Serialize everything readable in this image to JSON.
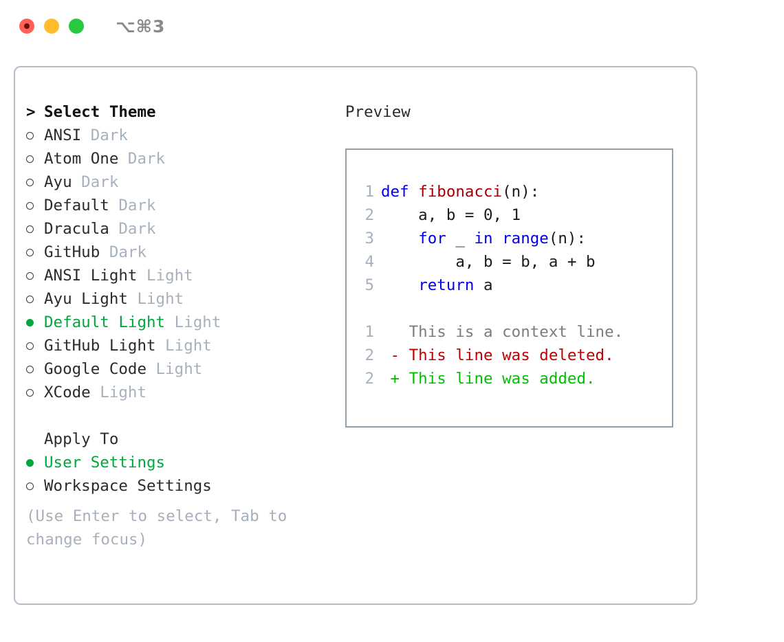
{
  "titlebar": {
    "shortcut": "⌥⌘3",
    "lights": [
      {
        "name": "close-button",
        "color": "#ff6159"
      },
      {
        "name": "minimize-button",
        "color": "#ffbd2e"
      },
      {
        "name": "maximize-button",
        "color": "#28c840"
      }
    ]
  },
  "colors": {
    "accent_green": "#00a83c",
    "muted": "#a7b1bd",
    "panel_border": "#b4bcc6",
    "preview_border": "#93a1ad",
    "keyword_blue": "#0000ee",
    "function_red": "#a40000",
    "diff_added": "#00c000",
    "diff_deleted": "#c00000",
    "diff_context": "#7d7d7d"
  },
  "theme_section": {
    "heading_marker": ">",
    "heading": "Select Theme",
    "items": [
      {
        "name": "ANSI",
        "suffix": "Dark",
        "selected": false
      },
      {
        "name": "Atom One",
        "suffix": "Dark",
        "selected": false
      },
      {
        "name": "Ayu",
        "suffix": "Dark",
        "selected": false
      },
      {
        "name": "Default",
        "suffix": "Dark",
        "selected": false
      },
      {
        "name": "Dracula",
        "suffix": "Dark",
        "selected": false
      },
      {
        "name": "GitHub",
        "suffix": "Dark",
        "selected": false
      },
      {
        "name": "ANSI Light",
        "suffix": "Light",
        "selected": false
      },
      {
        "name": "Ayu Light",
        "suffix": "Light",
        "selected": false
      },
      {
        "name": "Default Light",
        "suffix": "Light",
        "selected": true
      },
      {
        "name": "GitHub Light",
        "suffix": "Light",
        "selected": false
      },
      {
        "name": "Google Code",
        "suffix": "Light",
        "selected": false
      },
      {
        "name": "XCode",
        "suffix": "Light",
        "selected": false
      }
    ]
  },
  "apply_section": {
    "heading": "Apply To",
    "items": [
      {
        "name": "User Settings",
        "selected": true
      },
      {
        "name": "Workspace Settings",
        "selected": false
      }
    ]
  },
  "hint": "(Use Enter to select, Tab to change focus)",
  "preview": {
    "title": "Preview",
    "code_lines": [
      {
        "no": "1",
        "tokens": [
          {
            "t": "def ",
            "c": "kw"
          },
          {
            "t": "fibonacci",
            "c": "fn"
          },
          {
            "t": "(n):",
            "c": "pl"
          }
        ]
      },
      {
        "no": "2",
        "tokens": [
          {
            "t": "    a, b = 0, 1",
            "c": "pl"
          }
        ]
      },
      {
        "no": "3",
        "tokens": [
          {
            "t": "    ",
            "c": "pl"
          },
          {
            "t": "for",
            "c": "kw"
          },
          {
            "t": " _ ",
            "c": "pl"
          },
          {
            "t": "in",
            "c": "kw"
          },
          {
            "t": " ",
            "c": "pl"
          },
          {
            "t": "range",
            "c": "kw"
          },
          {
            "t": "(n):",
            "c": "pl"
          }
        ]
      },
      {
        "no": "4",
        "tokens": [
          {
            "t": "        a, b = b, a + b",
            "c": "pl"
          }
        ]
      },
      {
        "no": "5",
        "tokens": [
          {
            "t": "    ",
            "c": "pl"
          },
          {
            "t": "return",
            "c": "kw"
          },
          {
            "t": " a",
            "c": "pl"
          }
        ]
      }
    ],
    "diff_lines": [
      {
        "no": "1",
        "sign": " ",
        "text": "This is a context line.",
        "kind": "ctx"
      },
      {
        "no": "2",
        "sign": "-",
        "text": "This line was deleted.",
        "kind": "del"
      },
      {
        "no": "2",
        "sign": "+",
        "text": "This line was added.",
        "kind": "add"
      }
    ]
  }
}
